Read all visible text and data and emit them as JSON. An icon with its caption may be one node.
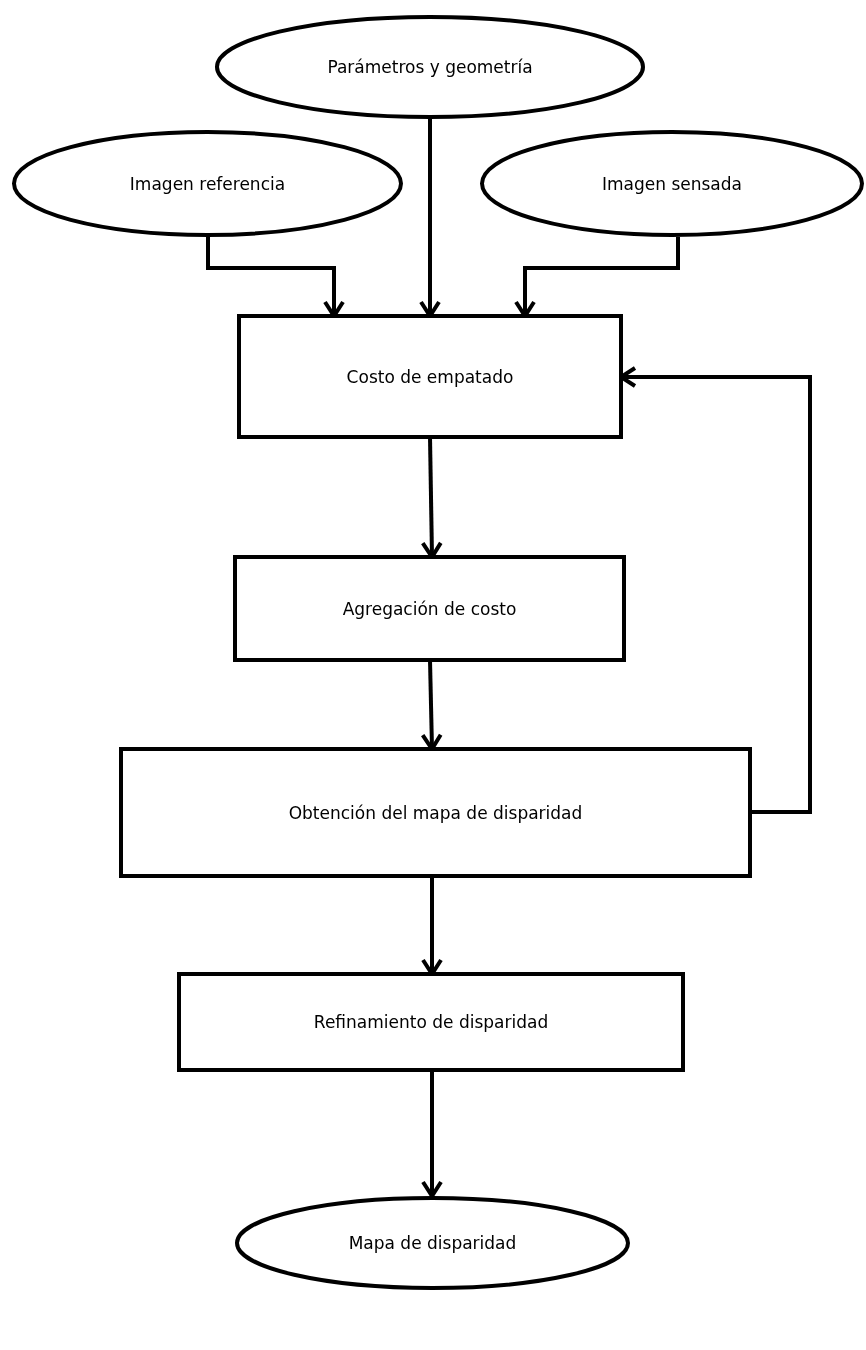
{
  "diagram": {
    "nodes": [
      {
        "text": [
          "Parámetros y geometría"
        ]
      },
      {
        "text": [
          "Imagen referencia"
        ]
      },
      {
        "text": [
          "Imagen sensada"
        ]
      },
      {
        "text": [
          "Costo de empatado"
        ]
      },
      {
        "text": [
          "Agregación de costo"
        ]
      },
      {
        "text": [
          "Obtención del mapa de disparidad"
        ]
      },
      {
        "text": [
          "Refinamiento de disparidad"
        ]
      },
      {
        "text": [
          "Mapa de disparidad"
        ]
      }
    ],
    "edges": [
      {
        "from": 0,
        "to": 3,
        "arrow": "to"
      },
      {
        "from": 1,
        "to": 3,
        "arrow": "to"
      },
      {
        "from": 2,
        "to": 3,
        "arrow": "to"
      },
      {
        "from": 3,
        "to": 4,
        "arrow": "to"
      },
      {
        "from": 4,
        "to": 5,
        "arrow": "to"
      },
      {
        "from": 5,
        "to": 3,
        "arrow": "to"
      },
      {
        "from": 5,
        "to": 6,
        "arrow": "to"
      },
      {
        "from": 6,
        "to": 7,
        "arrow": "to"
      }
    ]
  }
}
